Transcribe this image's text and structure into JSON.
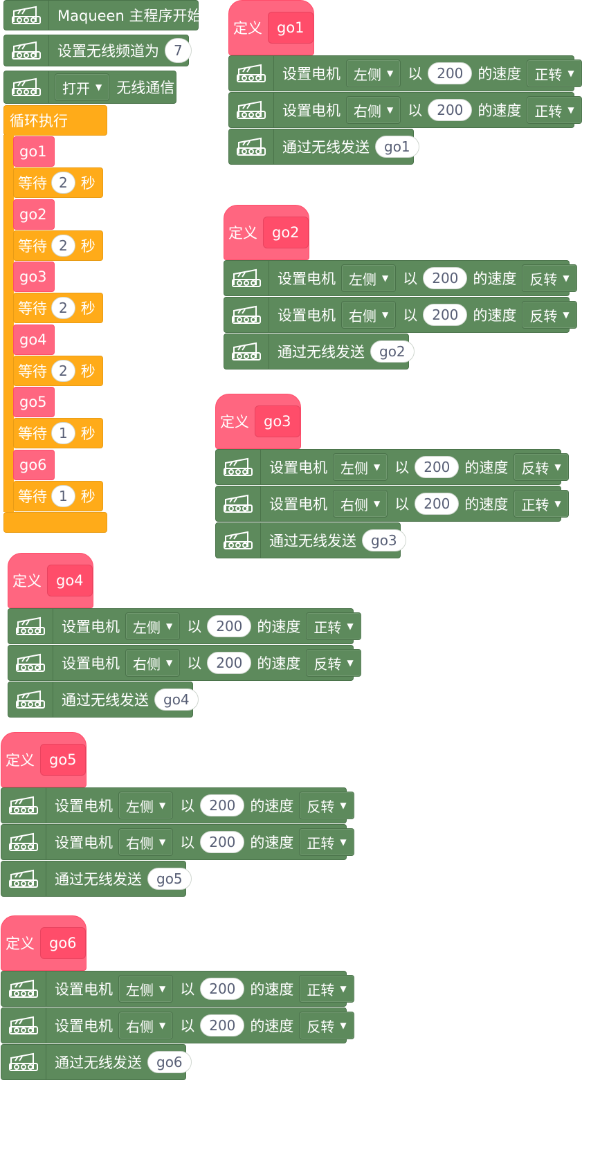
{
  "main_program": {
    "start_label": "Maqueen 主程序开始",
    "set_channel_label": "设置无线频道为",
    "channel_value": "7",
    "radio_toggle_value": "打开",
    "radio_label": "无线通信",
    "loop_label": "循环执行",
    "loop_items": [
      {
        "call": "go1",
        "wait_label": "等待",
        "wait_value": "2",
        "unit": "秒"
      },
      {
        "call": "go2",
        "wait_label": "等待",
        "wait_value": "2",
        "unit": "秒"
      },
      {
        "call": "go3",
        "wait_label": "等待",
        "wait_value": "2",
        "unit": "秒"
      },
      {
        "call": "go4",
        "wait_label": "等待",
        "wait_value": "2",
        "unit": "秒"
      },
      {
        "call": "go5",
        "wait_label": "等待",
        "wait_value": "1",
        "unit": "秒"
      },
      {
        "call": "go6",
        "wait_label": "等待",
        "wait_value": "1",
        "unit": "秒"
      }
    ]
  },
  "labels": {
    "define": "定义",
    "set_motor": "设置电机",
    "with": "以",
    "speed": "的速度",
    "send_radio": "通过无线发送"
  },
  "functions": [
    {
      "name": "go1",
      "motors": [
        {
          "side": "左侧",
          "speed": "200",
          "dir": "正转"
        },
        {
          "side": "右侧",
          "speed": "200",
          "dir": "正转"
        }
      ],
      "send": "go1"
    },
    {
      "name": "go2",
      "motors": [
        {
          "side": "左侧",
          "speed": "200",
          "dir": "反转"
        },
        {
          "side": "右侧",
          "speed": "200",
          "dir": "反转"
        }
      ],
      "send": "go2"
    },
    {
      "name": "go3",
      "motors": [
        {
          "side": "左侧",
          "speed": "200",
          "dir": "反转"
        },
        {
          "side": "右侧",
          "speed": "200",
          "dir": "正转"
        }
      ],
      "send": "go3"
    },
    {
      "name": "go4",
      "motors": [
        {
          "side": "左侧",
          "speed": "200",
          "dir": "正转"
        },
        {
          "side": "右侧",
          "speed": "200",
          "dir": "反转"
        }
      ],
      "send": "go4"
    },
    {
      "name": "go5",
      "motors": [
        {
          "side": "左侧",
          "speed": "200",
          "dir": "反转"
        },
        {
          "side": "右侧",
          "speed": "200",
          "dir": "正转"
        }
      ],
      "send": "go5"
    },
    {
      "name": "go6",
      "motors": [
        {
          "side": "左侧",
          "speed": "200",
          "dir": "正转"
        },
        {
          "side": "右侧",
          "speed": "200",
          "dir": "反转"
        }
      ],
      "send": "go6"
    }
  ],
  "colors": {
    "extension_green": "#5d8a5c",
    "control_orange": "#ffab19",
    "define_pink": "#ff6680"
  },
  "icons": {
    "extension": "maqueen-robot-icon",
    "dropdown": "caret-down-icon"
  }
}
